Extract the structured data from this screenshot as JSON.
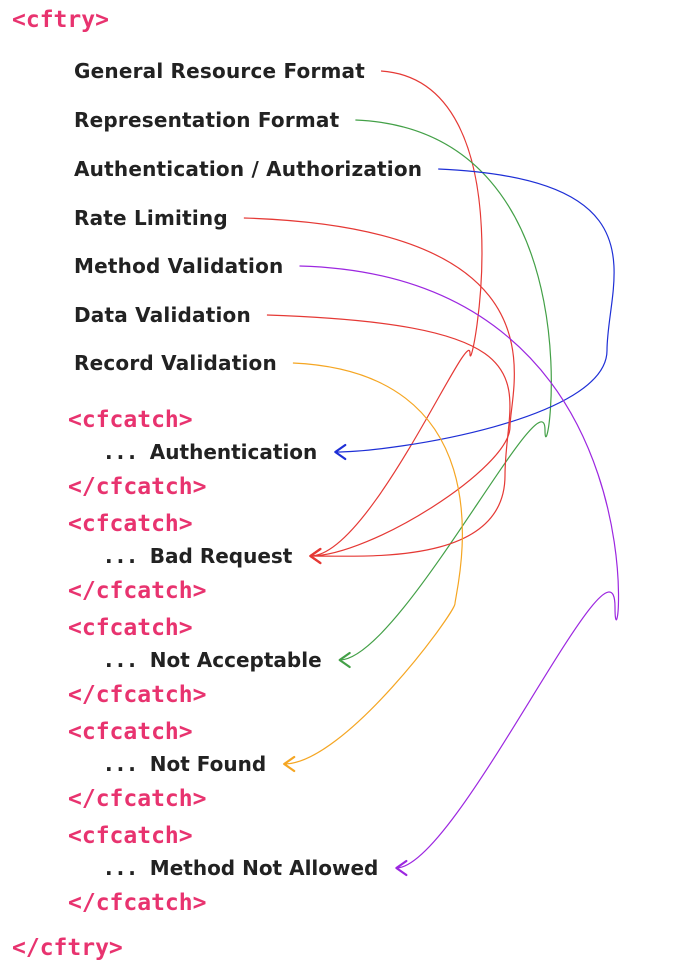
{
  "cftry_open": "<cftry>",
  "cftry_close": "</cftry>",
  "steps": [
    {
      "label": "General Resource Format",
      "color": "#e53935"
    },
    {
      "label": "Representation Format",
      "color": "#43a047"
    },
    {
      "label": "Authentication / Authorization",
      "color": "#1e2fd6"
    },
    {
      "label": "Rate Limiting",
      "color": "#e53935"
    },
    {
      "label": "Method Validation",
      "color": "#9c27e0"
    },
    {
      "label": "Data Validation",
      "color": "#e53935"
    },
    {
      "label": "Record Validation",
      "color": "#f5a623"
    }
  ],
  "catch_blocks": [
    {
      "open": "<cfcatch>",
      "dots": "...",
      "label": "Authentication",
      "close": "</cfcatch>"
    },
    {
      "open": "<cfcatch>",
      "dots": "...",
      "label": "Bad Request",
      "close": "</cfcatch>"
    },
    {
      "open": "<cfcatch>",
      "dots": "...",
      "label": "Not Acceptable",
      "close": "</cfcatch>"
    },
    {
      "open": "<cfcatch>",
      "dots": "...",
      "label": "Not Found",
      "close": "</cfcatch>"
    },
    {
      "open": "<cfcatch>",
      "dots": "...",
      "label": "Method Not Allowed",
      "close": "</cfcatch>"
    }
  ],
  "connections": [
    {
      "from": 0,
      "to": 1,
      "color": "#e53935"
    },
    {
      "from": 1,
      "to": 2,
      "color": "#43a047"
    },
    {
      "from": 2,
      "to": 0,
      "color": "#1e2fd6"
    },
    {
      "from": 3,
      "to": 1,
      "color": "#e53935"
    },
    {
      "from": 4,
      "to": 4,
      "color": "#9c27e0"
    },
    {
      "from": 5,
      "to": 1,
      "color": "#e53935"
    },
    {
      "from": 6,
      "to": 3,
      "color": "#f5a623"
    }
  ]
}
